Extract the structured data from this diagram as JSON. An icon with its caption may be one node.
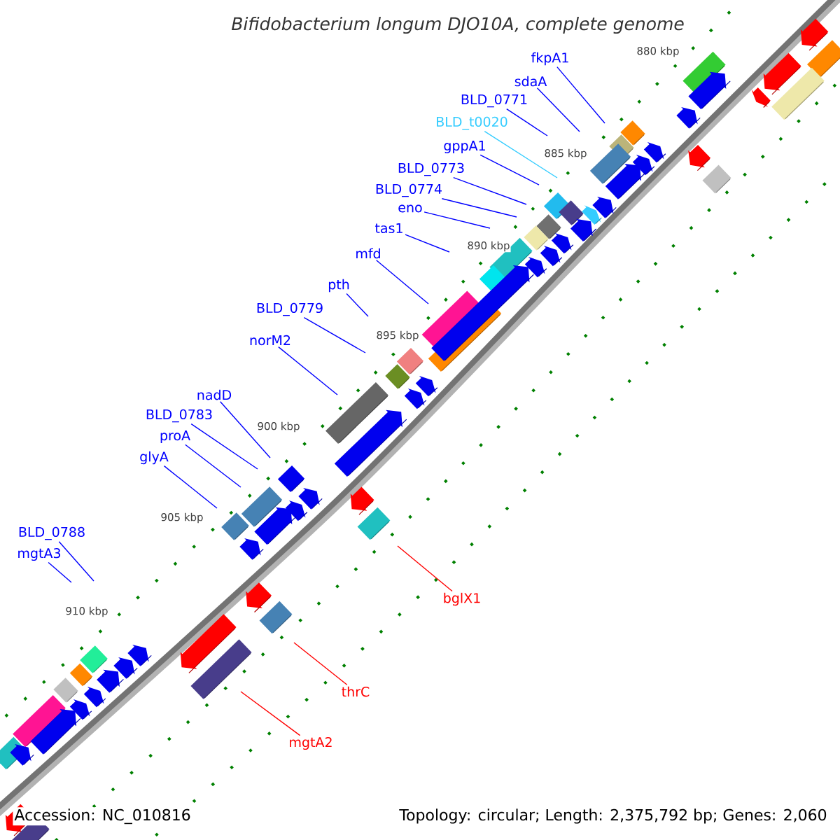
{
  "diagram": {
    "title": "Bifidobacterium longum DJO10A, complete genome",
    "nodes": [
      {
        "text": [
          "fkpA1"
        ]
      },
      {
        "text": [
          "sdaA"
        ]
      },
      {
        "text": [
          "BLD_0771"
        ]
      },
      {
        "text": [
          "BLD_t0020"
        ]
      },
      {
        "text": [
          "gppA1"
        ]
      },
      {
        "text": [
          "BLD_0773"
        ]
      },
      {
        "text": [
          "BLD_0774"
        ]
      },
      {
        "text": [
          "eno"
        ]
      },
      {
        "text": [
          "tas1"
        ]
      },
      {
        "text": [
          "mfd"
        ]
      },
      {
        "text": [
          "pth"
        ]
      },
      {
        "text": [
          "BLD_0779"
        ]
      },
      {
        "text": [
          "norM2"
        ]
      },
      {
        "text": [
          "nadD"
        ]
      },
      {
        "text": [
          "BLD_0783"
        ]
      },
      {
        "text": [
          "proA"
        ]
      },
      {
        "text": [
          "glyA"
        ]
      },
      {
        "text": [
          "BLD_0788"
        ]
      },
      {
        "text": [
          "mgtA3"
        ]
      },
      {
        "text": [
          "bglX1"
        ]
      },
      {
        "text": [
          "thrC"
        ]
      },
      {
        "text": [
          "mgtA2"
        ]
      }
    ],
    "edges": [
      {
        "from": 0,
        "to": null,
        "arrow": "none"
      },
      {
        "from": 1,
        "to": null,
        "arrow": "none"
      },
      {
        "from": 2,
        "to": null,
        "arrow": "none"
      },
      {
        "from": 3,
        "to": null,
        "arrow": "none",
        "color": "#33ccff"
      },
      {
        "from": 4,
        "to": null,
        "arrow": "none"
      },
      {
        "from": 5,
        "to": null,
        "arrow": "none"
      },
      {
        "from": 6,
        "to": null,
        "arrow": "none"
      },
      {
        "from": 7,
        "to": null,
        "arrow": "none"
      },
      {
        "from": 8,
        "to": null,
        "arrow": "none"
      },
      {
        "from": 9,
        "to": null,
        "arrow": "none"
      },
      {
        "from": 10,
        "to": null,
        "arrow": "none"
      },
      {
        "from": 11,
        "to": null,
        "arrow": "none"
      },
      {
        "from": 12,
        "to": null,
        "arrow": "none"
      },
      {
        "from": 13,
        "to": null,
        "arrow": "none"
      },
      {
        "from": 14,
        "to": null,
        "arrow": "none"
      },
      {
        "from": 15,
        "to": null,
        "arrow": "none"
      },
      {
        "from": 16,
        "to": null,
        "arrow": "none"
      },
      {
        "from": 17,
        "to": null,
        "arrow": "none"
      },
      {
        "from": 18,
        "to": null,
        "arrow": "none"
      },
      {
        "from": 19,
        "to": null,
        "arrow": "none",
        "color": "#ff0000"
      },
      {
        "from": 20,
        "to": null,
        "arrow": "none",
        "color": "#ff0000"
      },
      {
        "from": 21,
        "to": null,
        "arrow": "none",
        "color": "#ff0000"
      }
    ],
    "labels": [
      "880 kbp",
      "885 kbp",
      "890 kbp",
      "895 kbp",
      "900 kbp",
      "905 kbp",
      "910 kbp",
      "Accession: NC_010816",
      "Topology: circular; Length: 2,375,792 bp; Genes: 2,060"
    ]
  }
}
